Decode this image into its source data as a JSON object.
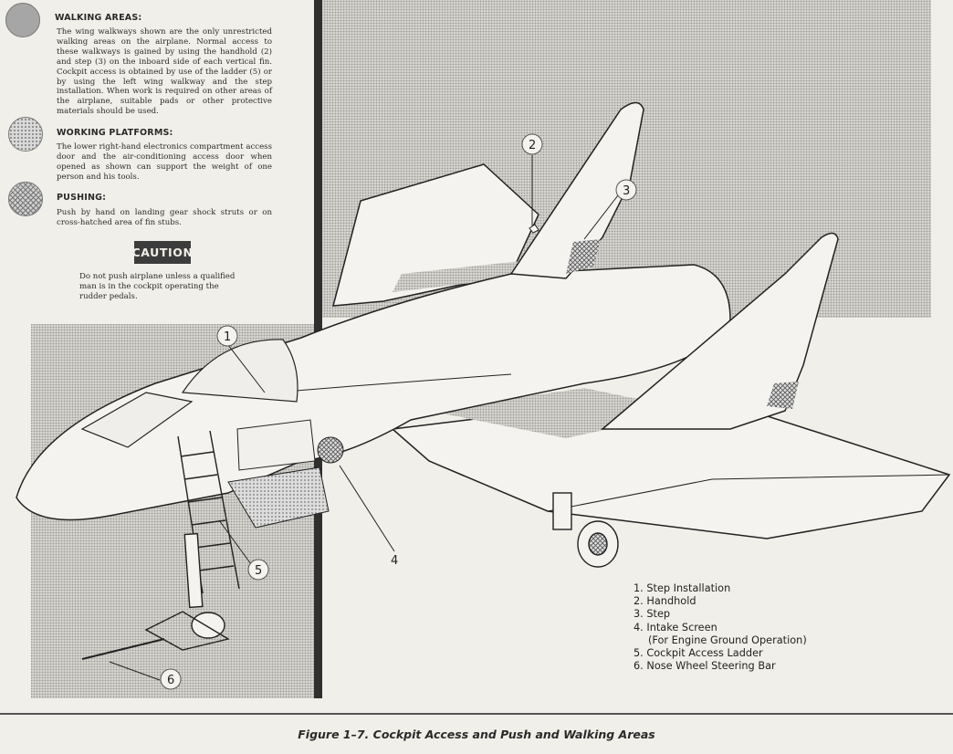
{
  "areas": [
    {
      "heading": "WALKING AREAS:",
      "text": "The wing walkways shown are the only unrestricted walking areas on the airplane. Normal access to these walkways is gained by using the handhold (2) and step (3) on the inboard side of each vertical fin. Cockpit access is obtained by use of the ladder (5) or by using the left wing walkway and the step installation. When work is required on other areas of the airplane, suitable pads or other protective materials should be used."
    },
    {
      "heading": "WORKING PLATFORMS:",
      "text": "The lower right-hand electronics compartment access door and the air-conditioning access door when opened as shown can support the weight of one person and his tools."
    },
    {
      "heading": "PUSHING:",
      "text": "Push by hand on landing gear shock struts or on cross-hatched area of fin stubs."
    }
  ],
  "caution": {
    "label": "CAUTION",
    "text": "Do not push airplane unless a qualified man is in the cockpit operating the rudder pedals."
  },
  "callouts": [
    "1",
    "2",
    "3",
    "4",
    "5",
    "6"
  ],
  "legend": [
    "1. Step Installation",
    "2. Handhold",
    "3. Step",
    "4. Intake Screen",
    "(For Engine Ground Operation)",
    "5. Cockpit Access Ladder",
    "6. Nose Wheel Steering Bar"
  ],
  "caption": "Figure 1–7. Cockpit Access and Push and Walking Areas",
  "colors": {
    "paper": "#f1efe9",
    "ink": "#2a2a2a",
    "shade": "#c9c9c9",
    "divider": "#2f2f2f"
  }
}
